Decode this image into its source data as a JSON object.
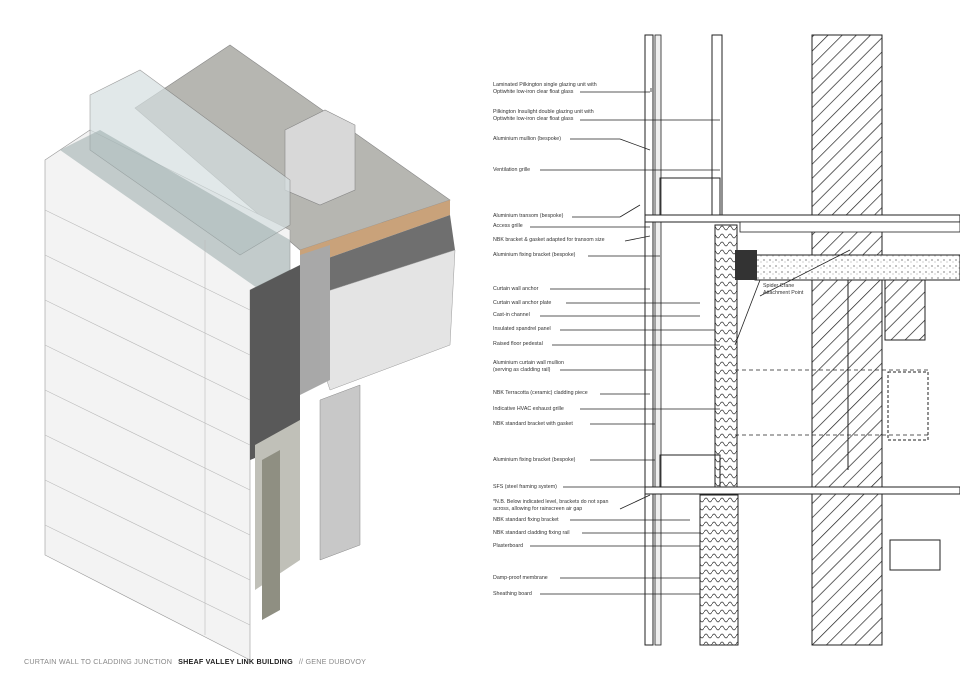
{
  "footer": {
    "subtitle": "CURTAIN WALL TO CLADDING JUNCTION",
    "project": "SHEAF VALLEY LINK BUILDING",
    "author": "// GENE DUBOVOY"
  },
  "section_annotation": "Spider Crane Attachment Point",
  "labels": [
    {
      "line1": "Laminated Pilkington single glazing unit with",
      "line2": "Optiwhite low-iron clear float glass"
    },
    {
      "line1": "Pilkington Insulight double glazing unit with",
      "line2": "Optiwhite low-iron clear float glass"
    },
    {
      "line1": "Aluminium mullion (bespoke)"
    },
    {
      "line1": "Ventilation grille"
    },
    {
      "line1": "Aluminium transom (bespoke)"
    },
    {
      "line1": "Access grille"
    },
    {
      "line1": "NBK bracket & gasket adapted for transom size"
    },
    {
      "line1": "Aluminium fixing bracket (bespoke)"
    },
    {
      "line1": "Curtain wall anchor"
    },
    {
      "line1": "Curtain wall anchor plate"
    },
    {
      "line1": "Cast-in channel"
    },
    {
      "line1": "Insulated spandrel panel"
    },
    {
      "line1": "Raised floor pedestal"
    },
    {
      "line1": "Aluminium curtain wall mullion",
      "line2": "(serving as cladding rail)"
    },
    {
      "line1": "NBK Terracotta (ceramic) cladding piece"
    },
    {
      "line1": "Indicative HVAC exhaust grille"
    },
    {
      "line1": "NBK standard bracket with gasket"
    },
    {
      "line1": "Aluminium fixing bracket (bespoke)"
    },
    {
      "line1": "SFS (steel framing system)"
    },
    {
      "line1": "*N.B. Below indicated level, brackets do not span",
      "line2": "across, allowing for rainscreen air gap"
    },
    {
      "line1": "NBK standard fixing bracket"
    },
    {
      "line1": "NBK standard cladding fixing rail"
    },
    {
      "line1": "Plasterboard"
    },
    {
      "line1": "Damp-proof membrane"
    },
    {
      "line1": "Sheathing board"
    }
  ]
}
